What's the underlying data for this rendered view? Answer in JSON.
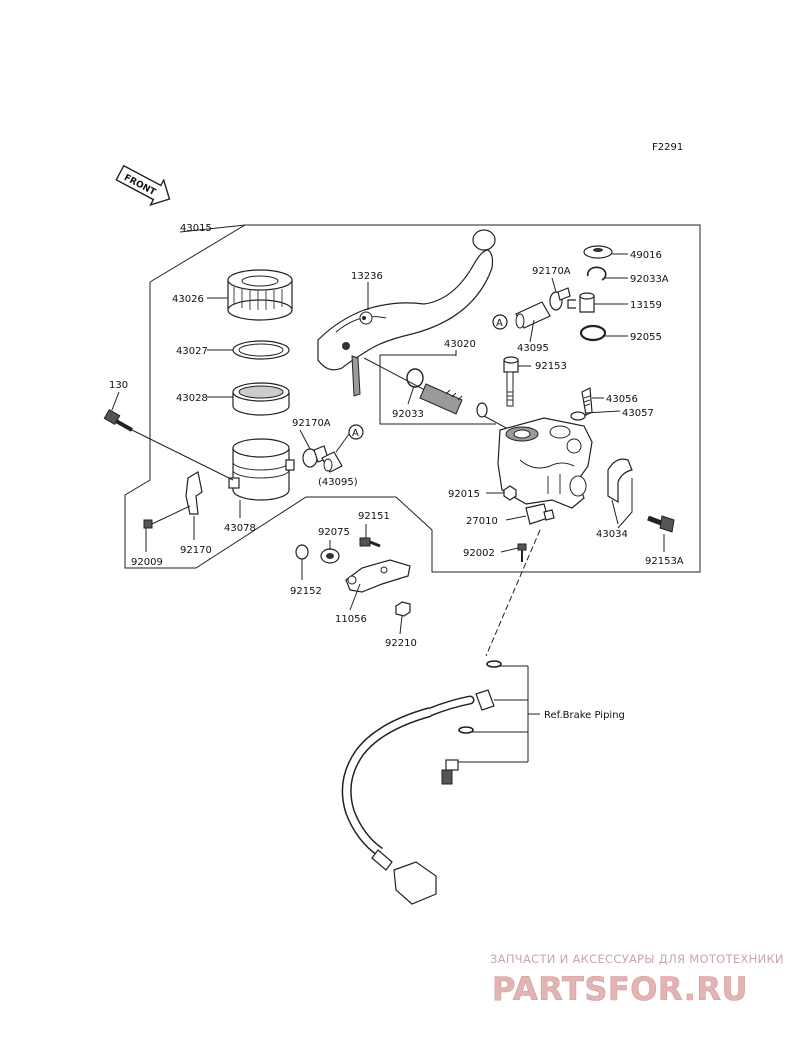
{
  "figure_code": "F2291",
  "front_label": "FRONT",
  "ref_text": "Ref.Brake Piping",
  "parts": [
    {
      "id": "p43015",
      "text": "43015"
    },
    {
      "id": "p43026",
      "text": "43026"
    },
    {
      "id": "p43027",
      "text": "43027"
    },
    {
      "id": "p43028",
      "text": "43028"
    },
    {
      "id": "p130",
      "text": "130"
    },
    {
      "id": "p92170A_l",
      "text": "92170A"
    },
    {
      "id": "p43095_l",
      "text": "(43095)"
    },
    {
      "id": "p43078",
      "text": "43078"
    },
    {
      "id": "p92009",
      "text": "92009"
    },
    {
      "id": "p92170",
      "text": "92170"
    },
    {
      "id": "p92075",
      "text": "92075"
    },
    {
      "id": "p92151",
      "text": "92151"
    },
    {
      "id": "p92152",
      "text": "92152"
    },
    {
      "id": "p11056",
      "text": "11056"
    },
    {
      "id": "p92210",
      "text": "92210"
    },
    {
      "id": "p13236",
      "text": "13236"
    },
    {
      "id": "p43020",
      "text": "43020"
    },
    {
      "id": "p92033",
      "text": "92033"
    },
    {
      "id": "p92170A_r",
      "text": "92170A"
    },
    {
      "id": "p43095_r",
      "text": "43095"
    },
    {
      "id": "p92153",
      "text": "92153"
    },
    {
      "id": "p49016",
      "text": "49016"
    },
    {
      "id": "p92033A",
      "text": "92033A"
    },
    {
      "id": "p13159",
      "text": "13159"
    },
    {
      "id": "p92055",
      "text": "92055"
    },
    {
      "id": "p43056",
      "text": "43056"
    },
    {
      "id": "p43057",
      "text": "43057"
    },
    {
      "id": "p92015",
      "text": "92015"
    },
    {
      "id": "p27010",
      "text": "27010"
    },
    {
      "id": "p92002",
      "text": "92002"
    },
    {
      "id": "p43034",
      "text": "43034"
    },
    {
      "id": "p92153A",
      "text": "92153A"
    }
  ],
  "callouts": [
    "A",
    "A"
  ],
  "watermark": {
    "caption": "ЗАПЧАСТИ И АКСЕССУАРЫ ДЛЯ МОТОТЕХНИКИ",
    "logo_text": "PARTSFOR.RU",
    "color": "#c9a6a6",
    "logo_color": "#e3b4b4"
  }
}
